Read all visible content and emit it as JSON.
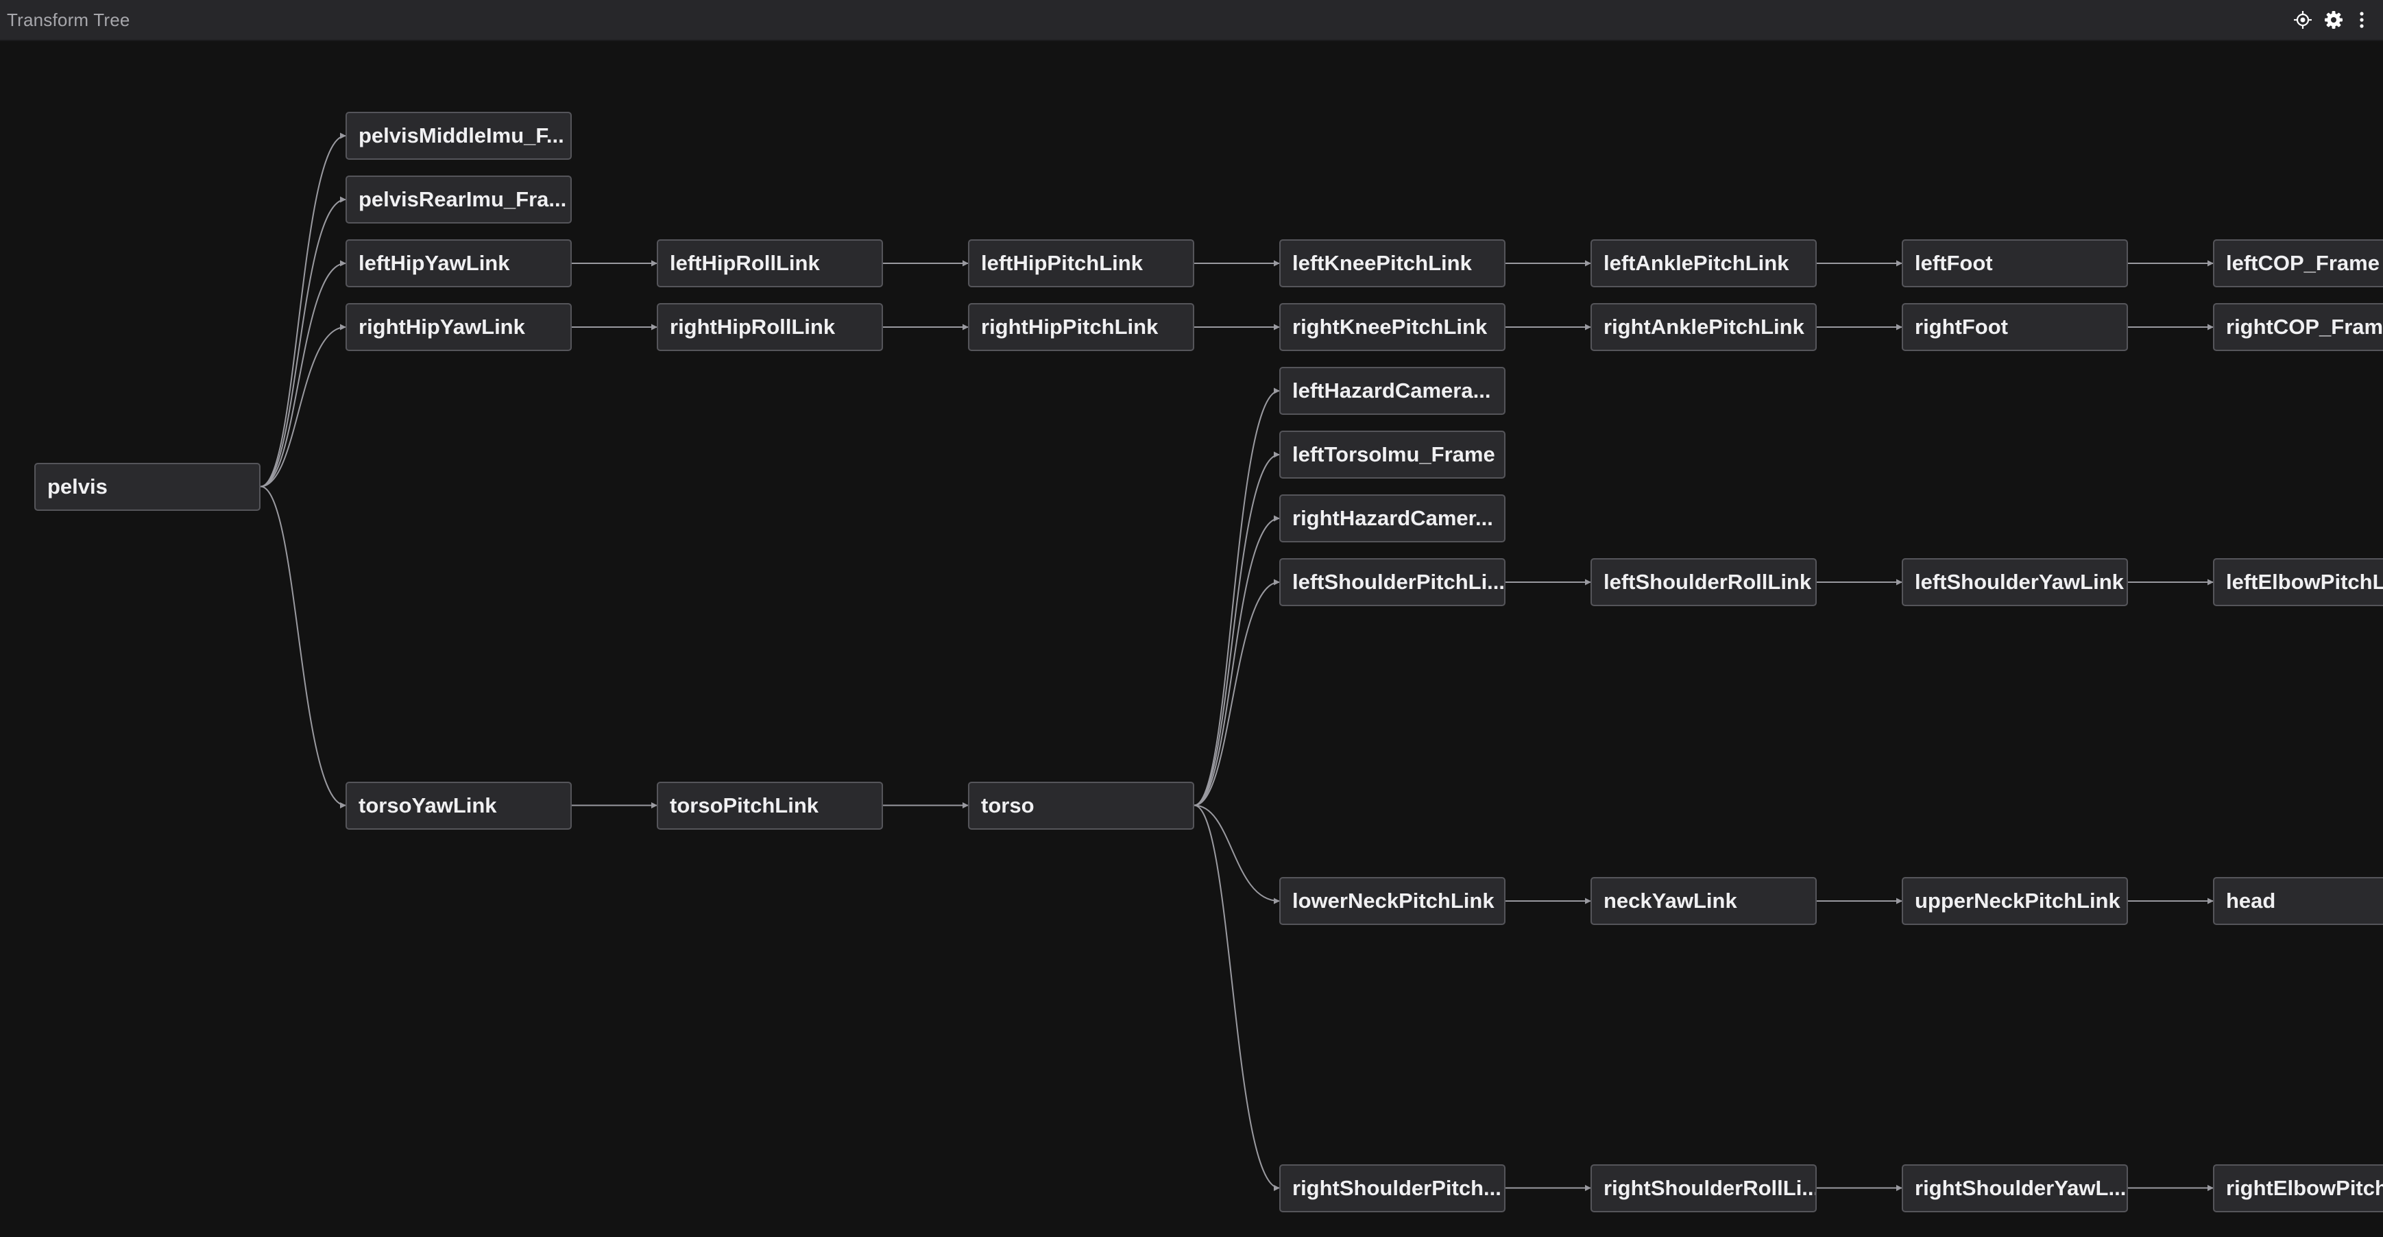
{
  "panel": {
    "title": "Transform Tree",
    "toolbar": [
      {
        "icon": "recenter-icon"
      },
      {
        "icon": "gear-icon"
      },
      {
        "icon": "more-vertical-icon"
      }
    ]
  },
  "colors": {
    "background": "#121212",
    "node_fill": "#2a2a2d",
    "node_border": "#55555a",
    "edge": "#9a9aa0",
    "text": "#f0f0f2"
  },
  "tree": {
    "columns": 8,
    "nodes": [
      {
        "id": "pelvis",
        "label": "pelvis",
        "col": 0,
        "row": 5.5,
        "parent": null
      },
      {
        "id": "pelvisMiddleImu",
        "label": "pelvisMiddleImu_F...",
        "col": 1,
        "row": 0,
        "parent": "pelvis"
      },
      {
        "id": "pelvisRearImu",
        "label": "pelvisRearImu_Fra...",
        "col": 1,
        "row": 1,
        "parent": "pelvis"
      },
      {
        "id": "leftHipYawLink",
        "label": "leftHipYawLink",
        "col": 1,
        "row": 2,
        "parent": "pelvis"
      },
      {
        "id": "rightHipYawLink",
        "label": "rightHipYawLink",
        "col": 1,
        "row": 3,
        "parent": "pelvis"
      },
      {
        "id": "torsoYawLink",
        "label": "torsoYawLink",
        "col": 1,
        "row": 10.5,
        "parent": "pelvis"
      },
      {
        "id": "leftHipRollLink",
        "label": "leftHipRollLink",
        "col": 2,
        "row": 2,
        "parent": "leftHipYawLink"
      },
      {
        "id": "rightHipRollLink",
        "label": "rightHipRollLink",
        "col": 2,
        "row": 3,
        "parent": "rightHipYawLink"
      },
      {
        "id": "torsoPitchLink",
        "label": "torsoPitchLink",
        "col": 2,
        "row": 10.5,
        "parent": "torsoYawLink"
      },
      {
        "id": "leftHipPitchLink",
        "label": "leftHipPitchLink",
        "col": 3,
        "row": 2,
        "parent": "leftHipRollLink"
      },
      {
        "id": "rightHipPitchLink",
        "label": "rightHipPitchLink",
        "col": 3,
        "row": 3,
        "parent": "rightHipRollLink"
      },
      {
        "id": "torso",
        "label": "torso",
        "col": 3,
        "row": 10.5,
        "parent": "torsoPitchLink"
      },
      {
        "id": "leftKneePitchLink",
        "label": "leftKneePitchLink",
        "col": 4,
        "row": 2,
        "parent": "leftHipPitchLink"
      },
      {
        "id": "rightKneePitchLink",
        "label": "rightKneePitchLink",
        "col": 4,
        "row": 3,
        "parent": "rightHipPitchLink"
      },
      {
        "id": "leftHazardCamera",
        "label": "leftHazardCamera...",
        "col": 4,
        "row": 4,
        "parent": "torso"
      },
      {
        "id": "leftTorsoImu",
        "label": "leftTorsoImu_Frame",
        "col": 4,
        "row": 5,
        "parent": "torso"
      },
      {
        "id": "rightHazardCamera",
        "label": "rightHazardCamer...",
        "col": 4,
        "row": 6,
        "parent": "torso"
      },
      {
        "id": "leftShoulderPitchLink",
        "label": "leftShoulderPitchLi...",
        "col": 4,
        "row": 7,
        "parent": "torso"
      },
      {
        "id": "lowerNeckPitchLink",
        "label": "lowerNeckPitchLink",
        "col": 4,
        "row": 12,
        "parent": "torso"
      },
      {
        "id": "rightShoulderPitchLink",
        "label": "rightShoulderPitch...",
        "col": 4,
        "row": 16.5,
        "parent": "torso"
      },
      {
        "id": "leftAnklePitchLink",
        "label": "leftAnklePitchLink",
        "col": 5,
        "row": 2,
        "parent": "leftKneePitchLink"
      },
      {
        "id": "rightAnklePitchLink",
        "label": "rightAnklePitchLink",
        "col": 5,
        "row": 3,
        "parent": "rightKneePitchLink"
      },
      {
        "id": "leftShoulderRollLink",
        "label": "leftShoulderRollLink",
        "col": 5,
        "row": 7,
        "parent": "leftShoulderPitchLink"
      },
      {
        "id": "neckYawLink",
        "label": "neckYawLink",
        "col": 5,
        "row": 12,
        "parent": "lowerNeckPitchLink"
      },
      {
        "id": "rightShoulderRollLink",
        "label": "rightShoulderRollLi...",
        "col": 5,
        "row": 16.5,
        "parent": "rightShoulderPitchLink"
      },
      {
        "id": "leftFoot",
        "label": "leftFoot",
        "col": 6,
        "row": 2,
        "parent": "leftAnklePitchLink"
      },
      {
        "id": "rightFoot",
        "label": "rightFoot",
        "col": 6,
        "row": 3,
        "parent": "rightAnklePitchLink"
      },
      {
        "id": "leftShoulderYawLink",
        "label": "leftShoulderYawLink",
        "col": 6,
        "row": 7,
        "parent": "leftShoulderRollLink"
      },
      {
        "id": "upperNeckPitchLink",
        "label": "upperNeckPitchLink",
        "col": 6,
        "row": 12,
        "parent": "neckYawLink"
      },
      {
        "id": "rightShoulderYawLink",
        "label": "rightShoulderYawL...",
        "col": 6,
        "row": 16.5,
        "parent": "rightShoulderRollLink"
      },
      {
        "id": "leftCOP",
        "label": "leftCOP_Frame",
        "col": 7,
        "row": 2,
        "parent": "leftFoot"
      },
      {
        "id": "rightCOP",
        "label": "rightCOP_Frame",
        "col": 7,
        "row": 3,
        "parent": "rightFoot"
      },
      {
        "id": "leftElbowPitchLink",
        "label": "leftElbowPitchLink",
        "col": 7,
        "row": 7,
        "parent": "leftShoulderYawLink"
      },
      {
        "id": "head",
        "label": "head",
        "col": 7,
        "row": 12,
        "parent": "upperNeckPitchLink"
      },
      {
        "id": "rightElbowPitchLink",
        "label": "rightElbowPitchLink",
        "col": 7,
        "row": 16.5,
        "parent": "rightShoulderYawLink"
      }
    ]
  }
}
